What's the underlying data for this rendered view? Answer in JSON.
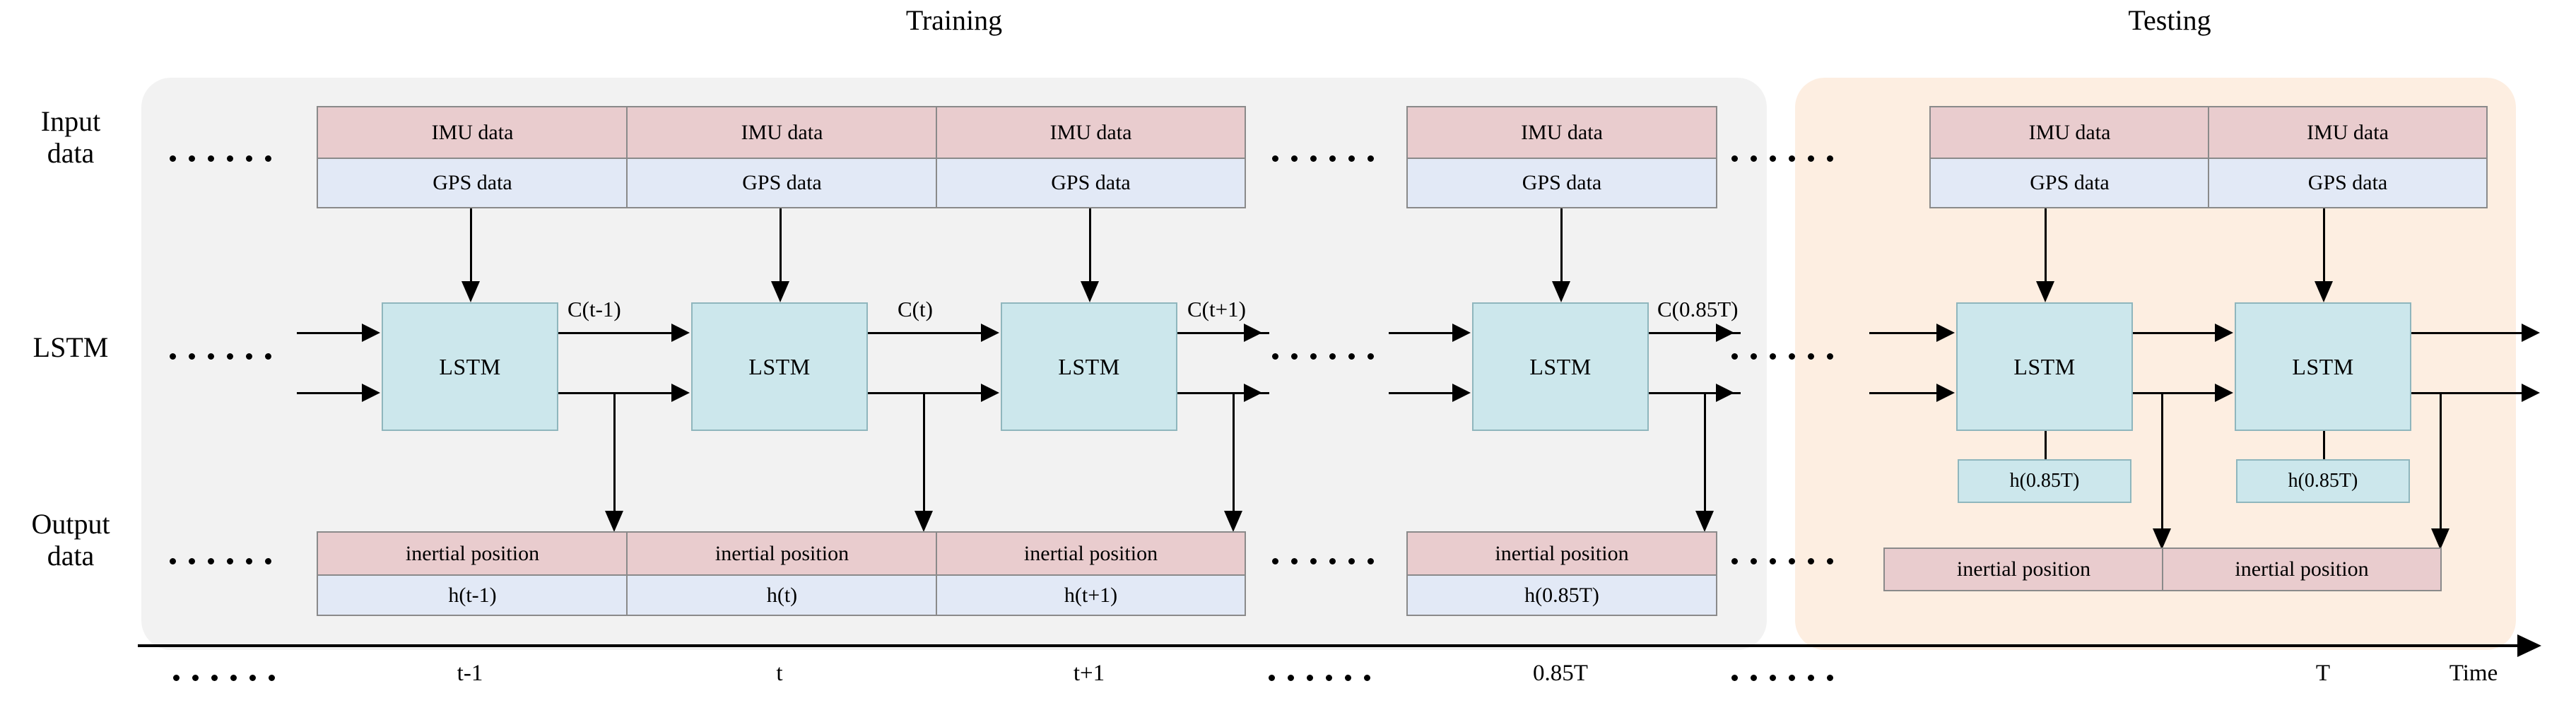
{
  "figure": {
    "sections": [
      {
        "id": "training",
        "title": "Training",
        "bg": "#f2f2f2"
      },
      {
        "id": "testing",
        "title": "Testing",
        "bg": "#fdeee1"
      }
    ],
    "row_labels": {
      "input": {
        "line1": "Input",
        "line2": "data"
      },
      "lstm": {
        "line1": "LSTM",
        "line2": ""
      },
      "output": {
        "line1": "Output",
        "line2": "data"
      }
    },
    "colors": {
      "imu_row": "#e9ccce",
      "gps_row": "#e2e9f6",
      "lstm_box": "#cce7ec",
      "lstm_border": "#8fb6bd",
      "box_border": "#8a8a8a",
      "training_bg": "#f2f2f2",
      "testing_bg": "#fdeee1",
      "line": "#000000"
    },
    "input_labels": {
      "imu": "IMU data",
      "gps": "GPS data"
    },
    "output_labels": {
      "inertial": "inertial position"
    },
    "lstm_label": "LSTM",
    "timesteps": [
      {
        "id": "t-1",
        "time_label": "t-1",
        "c_label": "C(t-1)",
        "h_label": "h(t-1)",
        "section": "training"
      },
      {
        "id": "t",
        "time_label": "t",
        "c_label": "C(t)",
        "h_label": "h(t)",
        "section": "training"
      },
      {
        "id": "t+1",
        "time_label": "t+1",
        "c_label": "C(t+1)",
        "h_label": "h(t+1)",
        "section": "training"
      },
      {
        "id": "0.85T",
        "time_label": "0.85T",
        "c_label": "C(0.85T)",
        "h_label": "h(0.85T)",
        "section": "training"
      },
      {
        "id": "test-1",
        "time_label": "",
        "c_label": "",
        "h_label": "h(0.85T)",
        "section": "testing"
      },
      {
        "id": "test-2",
        "time_label": "T",
        "c_label": "",
        "h_label": "h(0.85T)",
        "section": "testing"
      }
    ],
    "timeline": {
      "axis_label": "Time",
      "ticks": [
        "t-1",
        "t",
        "t+1",
        "0.85T",
        "T"
      ]
    },
    "dots_glyph": "......"
  }
}
